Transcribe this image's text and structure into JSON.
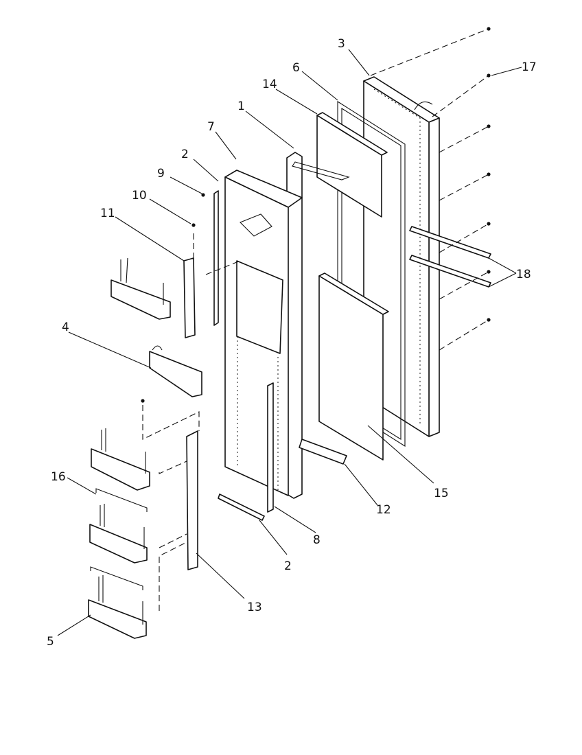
{
  "diagram": {
    "callouts": [
      {
        "id": "c3",
        "label": "3"
      },
      {
        "id": "c17",
        "label": "17"
      },
      {
        "id": "c6",
        "label": "6"
      },
      {
        "id": "c14",
        "label": "14"
      },
      {
        "id": "c1",
        "label": "1"
      },
      {
        "id": "c7",
        "label": "7"
      },
      {
        "id": "c2a",
        "label": "2"
      },
      {
        "id": "c9",
        "label": "9"
      },
      {
        "id": "c10",
        "label": "10"
      },
      {
        "id": "c11",
        "label": "11"
      },
      {
        "id": "c18",
        "label": "18"
      },
      {
        "id": "c4",
        "label": "4"
      },
      {
        "id": "c16",
        "label": "16"
      },
      {
        "id": "c12",
        "label": "12"
      },
      {
        "id": "c15",
        "label": "15"
      },
      {
        "id": "c8",
        "label": "8"
      },
      {
        "id": "c2b",
        "label": "2"
      },
      {
        "id": "c13",
        "label": "13"
      },
      {
        "id": "c5",
        "label": "5"
      }
    ]
  }
}
